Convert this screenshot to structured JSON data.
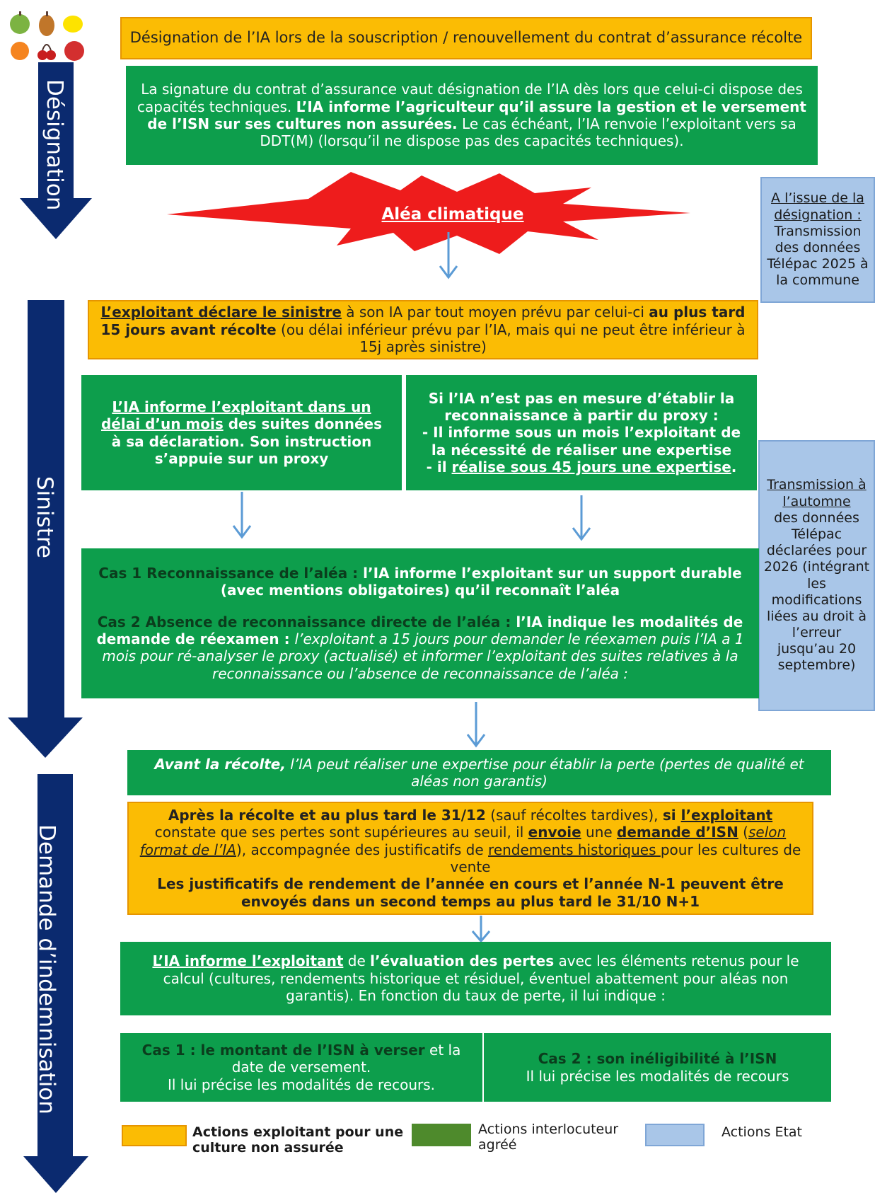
{
  "phases": {
    "designation": "Désignation",
    "sinistre": "Sinistre",
    "demande": "Demande d’indemnisation"
  },
  "box1": {
    "text": "Désignation de l’IA lors de la souscription / renouvellement du contrat d’assurance récolte"
  },
  "box2": {
    "t1": "La signature du contrat d’assurance vaut désignation de l’IA dès lors que celui-ci dispose des capacités techniques. ",
    "t2": "L’IA informe l’agriculteur qu’il assure la gestion et le versement de l’ISN sur ses cultures non assurées.",
    "t3": " Le cas échéant, l’IA renvoie l’exploitant vers sa DDT(M) (lorsqu’il ne dispose pas des capacités techniques)."
  },
  "alea": {
    "label": "Aléa climatique"
  },
  "side1": {
    "title": "A l’issue de la désignation :",
    "body": "Transmission des données Télépac 2025 à la commune"
  },
  "side2": {
    "title": "Transmission à l’automne",
    "body": "des données Télépac déclarées pour 2026 (intégrant les modifications liées au droit à l’erreur jusqu’au 20 septembre)"
  },
  "box3": {
    "t1": "L’exploitant déclare le sinistre",
    "t2": " à son IA par tout moyen prévu par celui-ci ",
    "t3": "au plus tard 15 jours avant récolte",
    "t4": " (ou délai inférieur prévu par l’IA, mais qui ne peut être inférieur à 15j après sinistre)"
  },
  "box4": {
    "t1": "L’IA informe l’exploitant dans un délai d’un mois",
    "t2": " des suites données à sa déclaration. Son instruction s’appuie sur un proxy"
  },
  "box5": {
    "l1": "Si l’IA n’est pas en mesure d’établir la reconnaissance à partir du proxy :",
    "l2": "- Il informe sous un mois l’exploitant de la nécessité de réaliser une expertise",
    "l3a": "- il ",
    "l3b": "réalise sous 45 jours une expertise",
    "l3c": "."
  },
  "box6": {
    "c1a": "Cas 1 Reconnaissance de l’aléa : ",
    "c1b": "l’IA informe l’exploitant sur un support durable (avec mentions obligatoires) qu’il reconnaît l’aléa",
    "c2a": "Cas 2 Absence de reconnaissance directe de l’aléa : ",
    "c2b": "l’IA indique les modalités de demande de réexamen : ",
    "c2c": "l’exploitant a 15 jours pour demander le réexamen puis l’IA a 1 mois pour ré-analyser le proxy (actualisé) et informer l’exploitant des suites relatives à la reconnaissance ou l’absence de reconnaissance de l’aléa :"
  },
  "box7": {
    "t1": "Avant la récolte,",
    "t2": " l’IA peut réaliser une expertise pour établir la perte (pertes de qualité et aléas non garantis)"
  },
  "box8": {
    "t1": "Après la récolte et au plus tard le 31/12",
    "t2": " (sauf récoltes tardives), ",
    "t3": "si ",
    "t4": "l’exploitant",
    "t5": " constate que ses pertes sont supérieures au seuil, il ",
    "t6": "envoie",
    "t7": " une ",
    "t8": "demande d’ISN",
    "t9": " (",
    "t10": "selon format de l’IA",
    "t11": "), accompagnée des justificatifs de ",
    "t12": "rendements historiques ",
    "t13": "pour les cultures de vente",
    "t14": "Les justificatifs de rendement de l’année en cours et l’année N-1 peuvent être envoyés dans un second temps au plus tard le 31/10 N+1"
  },
  "box9": {
    "t1": "L’IA informe l’exploitant",
    "t2": " de ",
    "t3": "l’évaluation des pertes",
    "t4": " avec les éléments retenus pour le calcul (cultures, rendements historique et résiduel, éventuel abattement pour aléas non garantis). En fonction du taux de perte, il lui indique :"
  },
  "box10": {
    "t1": "Cas 1 : le montant de l’ISN à verser",
    "t2": " et la date de versement.",
    "t3": "Il lui précise les modalités de recours."
  },
  "box11": {
    "t1": "Cas 2 : son inéligibilité à l’ISN",
    "t2": "Il lui précise les modalités de recours"
  },
  "legend": {
    "orange": "Actions exploitant pour une culture non assurée",
    "green": "Actions interlocuteur agréé",
    "blue": "Actions Etat"
  },
  "colors": {
    "orange": "#fbbc04",
    "green": "#0d9e4c",
    "legend_green": "#4e8a2c",
    "blue": "#a9c6e8",
    "navy": "#0b2a6f",
    "red": "#ee1c1c"
  }
}
